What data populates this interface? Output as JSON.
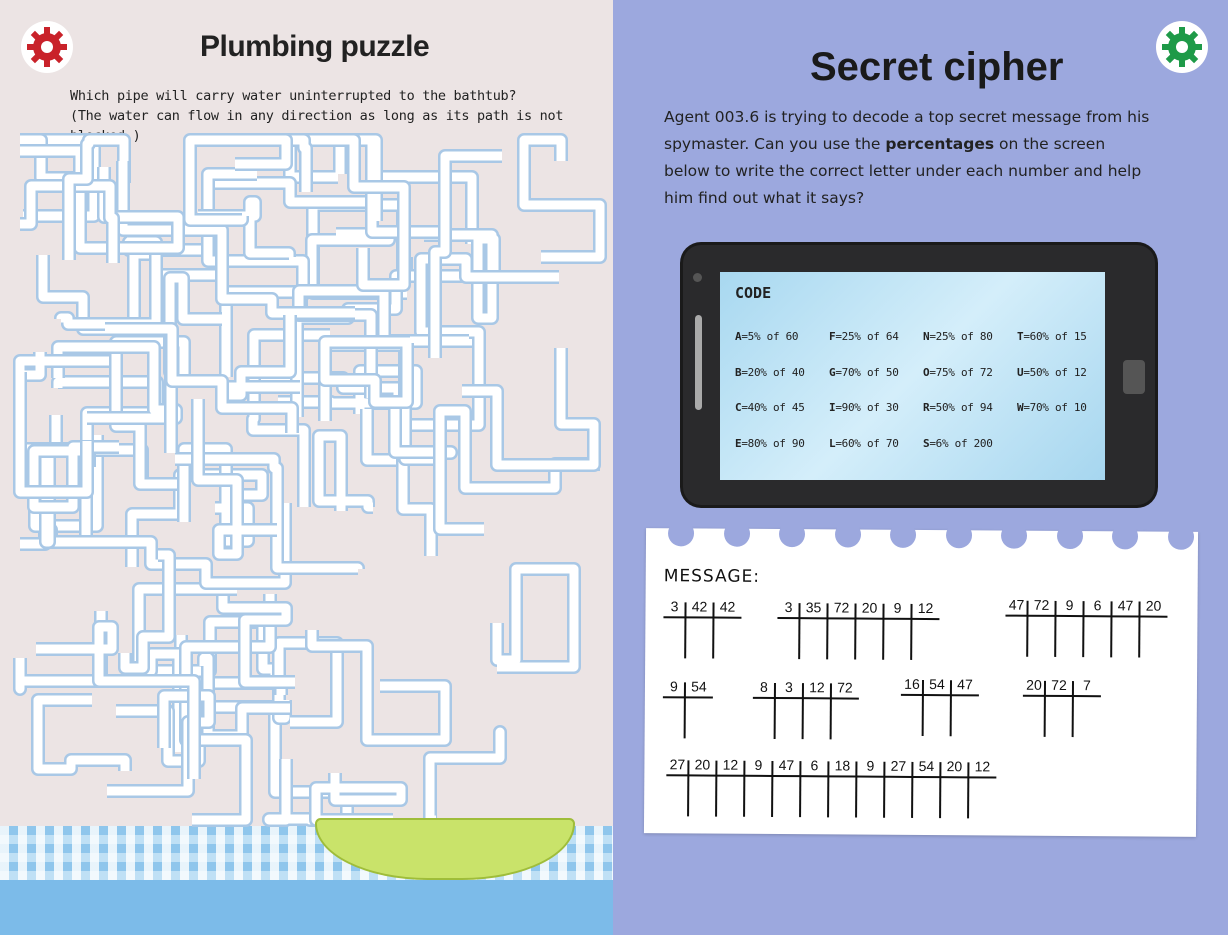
{
  "left_page": {
    "title": "Plumbing puzzle",
    "instructions": [
      "Which pipe will carry water uninterrupted to the bathtub?",
      "(The water can flow in any direction as long as its path is not blocked.)"
    ],
    "gear_color": "#c9222a"
  },
  "right_page": {
    "title": "Secret cipher",
    "intro_before": "Agent 003.6 is trying to decode a top secret message from his spymaster. Can you use the ",
    "intro_bold": "percentages",
    "intro_after": " on the screen below to write the correct letter under each number and help him find out what it says?",
    "gear_color": "#1e9a48",
    "screen": {
      "heading": "CODE",
      "codes": [
        [
          "A",
          "=5% of 60"
        ],
        [
          "F",
          "=25% of 64"
        ],
        [
          "N",
          "=25% of 80"
        ],
        [
          "T",
          "=60% of 15"
        ],
        [
          "B",
          "=20% of 40"
        ],
        [
          "G",
          "=70% of 50"
        ],
        [
          "O",
          "=75% of 72"
        ],
        [
          "U",
          "=50% of 12"
        ],
        [
          "C",
          "=40% of 45"
        ],
        [
          "I",
          "=90% of 30"
        ],
        [
          "R",
          "=50% of 94"
        ],
        [
          "W",
          "=70% of 10"
        ],
        [
          "E",
          "=80% of 90"
        ],
        [
          "L",
          "=60% of 70"
        ],
        [
          "S",
          "=6% of 200"
        ]
      ]
    },
    "message": {
      "heading": "MESSAGE:",
      "words": [
        [
          "3",
          "42",
          "42"
        ],
        [
          "3",
          "35",
          "72",
          "20",
          "9",
          "12"
        ],
        [
          "47",
          "72",
          "9",
          "6",
          "47",
          "20"
        ],
        [
          "9",
          "54"
        ],
        [
          "8",
          "3",
          "12",
          "72"
        ],
        [
          "16",
          "54",
          "47"
        ],
        [
          "20",
          "72",
          "7"
        ],
        [
          "27",
          "20",
          "12",
          "9",
          "47",
          "6",
          "18",
          "9",
          "27",
          "54",
          "20",
          "12"
        ]
      ]
    }
  }
}
